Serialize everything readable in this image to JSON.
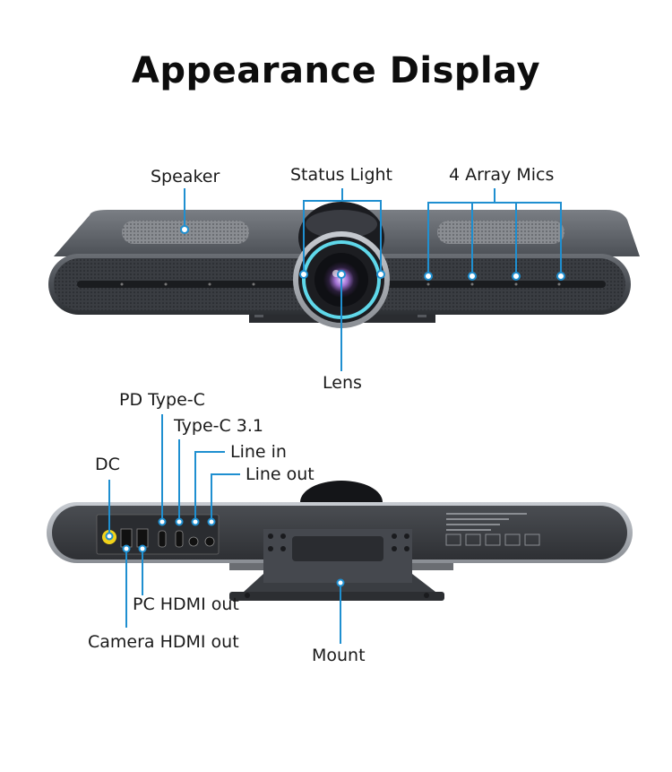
{
  "title": "Appearance Display",
  "front_labels": {
    "speaker": "Speaker",
    "status_light": "Status Light",
    "array_mics": "4 Array Mics",
    "lens": "Lens"
  },
  "rear_labels": {
    "pd_type_c": "PD Type-C",
    "type_c_31": "Type-C 3.1",
    "line_in": "Line in",
    "line_out": "Line out",
    "dc": "DC",
    "pc_hdmi_out": "PC HDMI out",
    "camera_hdmi_out": "Camera HDMI out",
    "mount": "Mount"
  },
  "colors": {
    "callout": "#1f8fd0",
    "ring": "#5fd8ea",
    "body_dark": "#3a3d42",
    "body_mid": "#55595f",
    "dc_port": "#f2d21a"
  }
}
